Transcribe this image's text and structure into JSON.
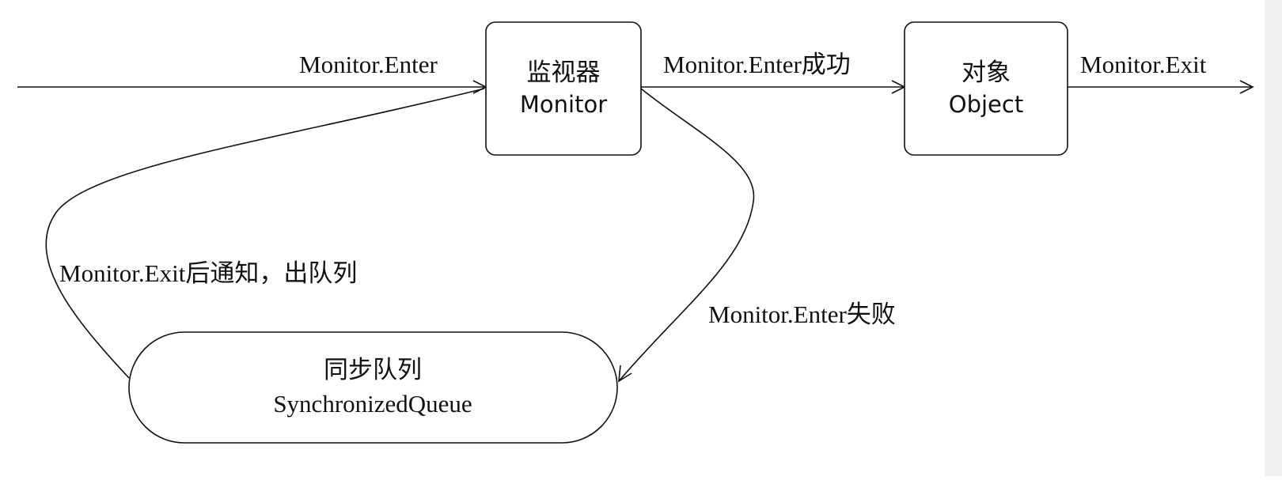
{
  "nodes": {
    "monitor": {
      "title": "监视器",
      "subtitle": "Monitor"
    },
    "object": {
      "title": "对象",
      "subtitle": "Object"
    },
    "queue": {
      "title": "同步队列",
      "subtitle": "SynchronizedQueue"
    }
  },
  "edges": {
    "enter": "Monitor.Enter",
    "enter_success": "Monitor.Enter成功",
    "exit": "Monitor.Exit",
    "enter_fail": "Monitor.Enter失败",
    "exit_notify": "Monitor.Exit后通知，出队列"
  },
  "colors": {
    "stroke": "#111111",
    "background": "#ffffff",
    "scrollbar": "#f1f1f1"
  }
}
